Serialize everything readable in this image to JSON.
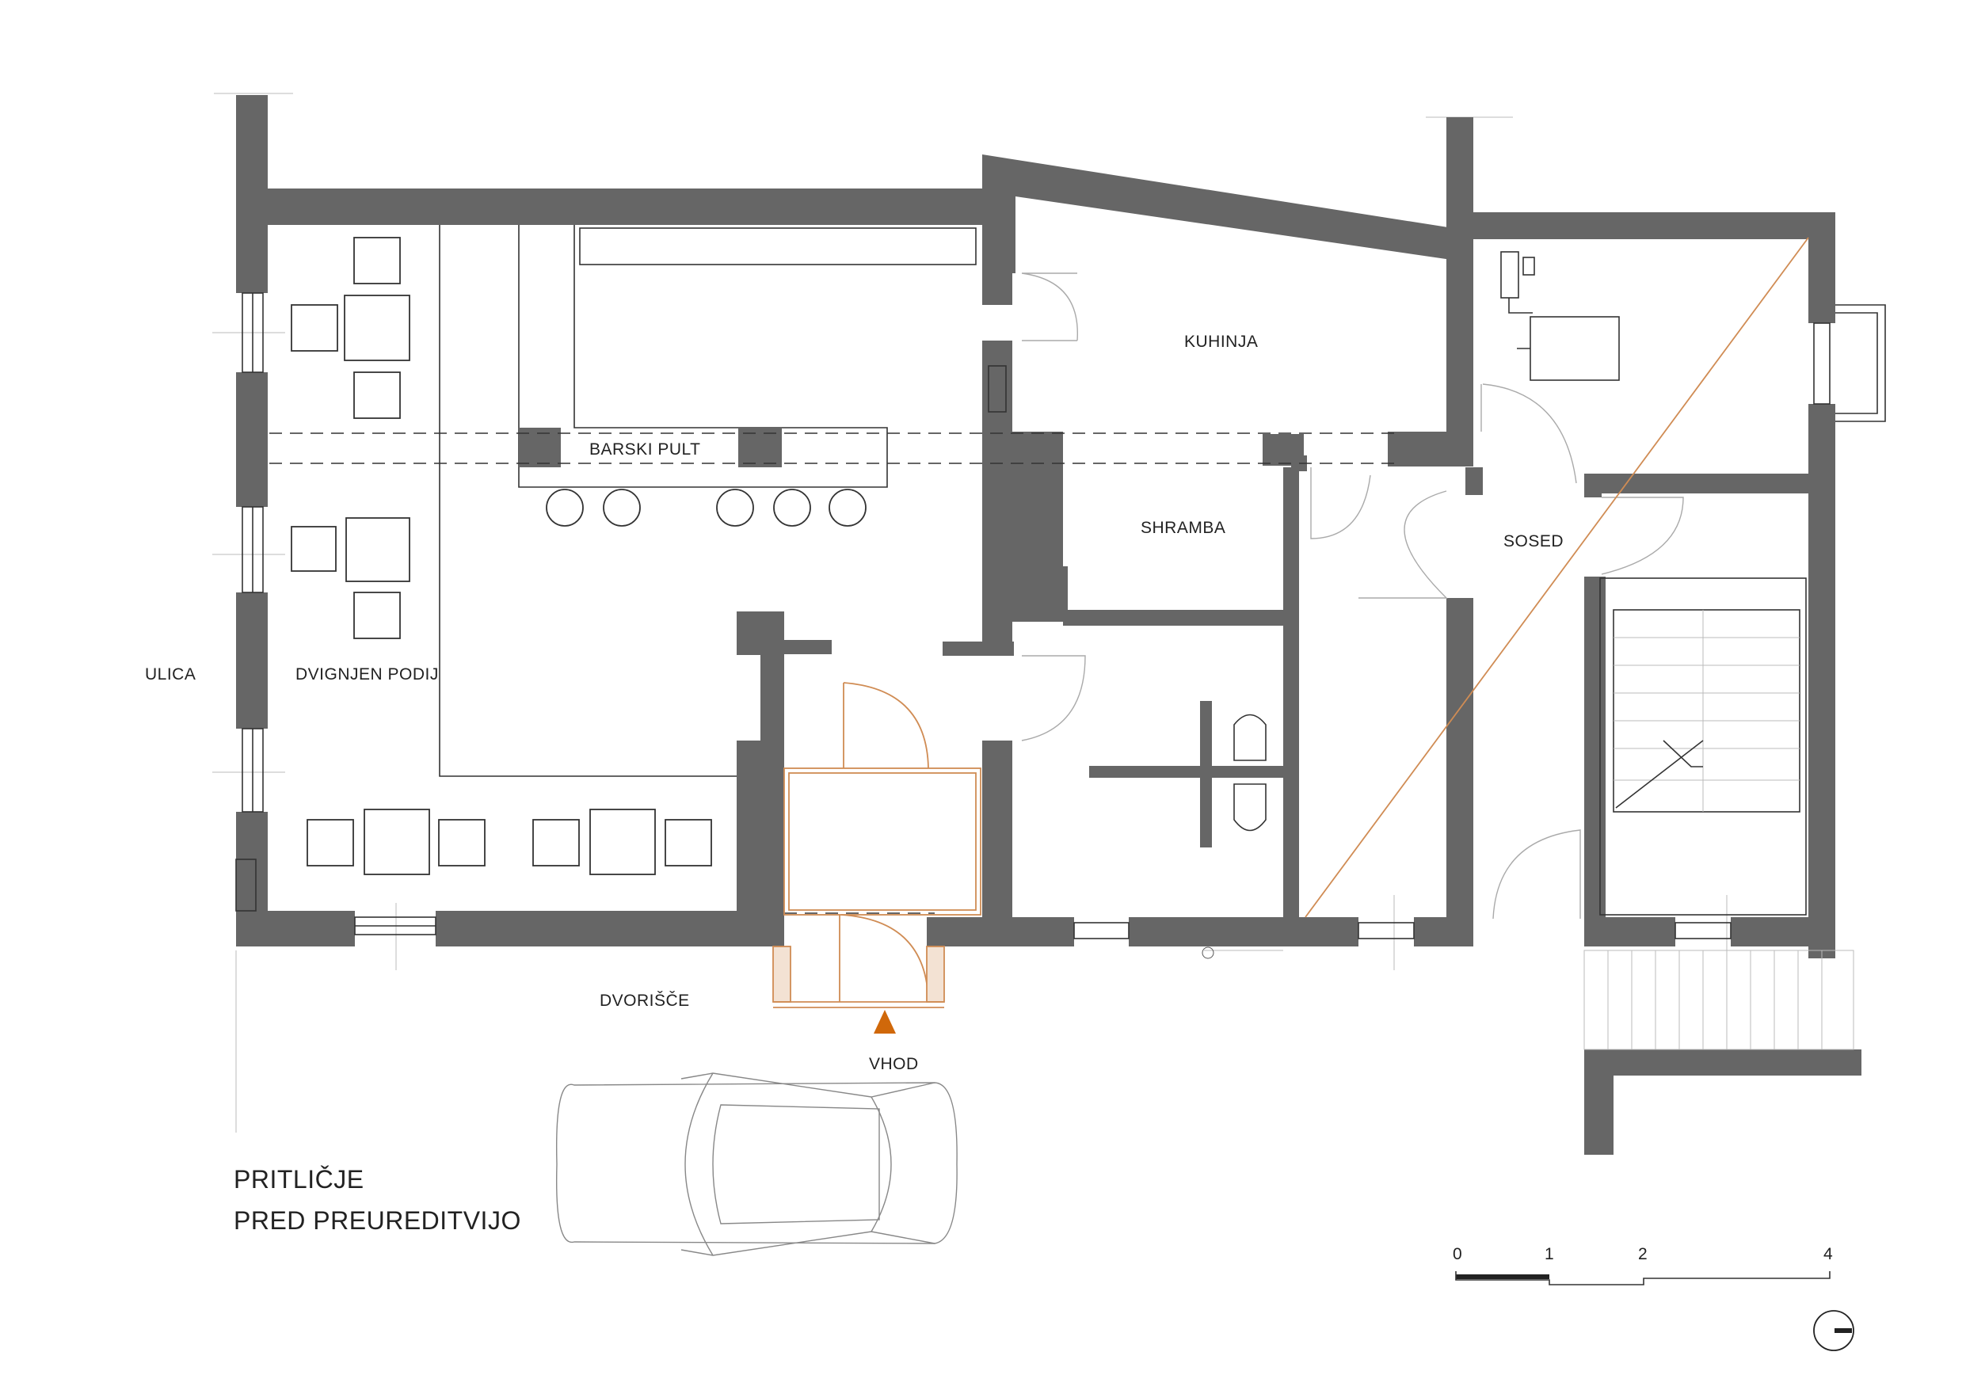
{
  "rooms": {
    "kuhinja": "KUHINJA",
    "barski_pult": "BARSKI PULT",
    "shramba": "SHRAMBA",
    "sosed": "SOSED",
    "ulica": "ULICA",
    "dvignjen_podij": "DVIGNJEN PODIJ",
    "dvorisce": "DVORIŠČE",
    "vhod": "VHOD"
  },
  "title": {
    "line1": "PRITLIČJE",
    "line2": "PRED PREUREDITVIJO"
  },
  "scale_bar": {
    "ticks": [
      "0",
      "1",
      "2",
      "4"
    ]
  },
  "colors": {
    "wall": "#666666",
    "accent": "#d08c54",
    "entrance_marker": "#d0680a"
  },
  "icons": {
    "entrance": "triangle-up-icon",
    "north": "north-arrow-icon"
  }
}
